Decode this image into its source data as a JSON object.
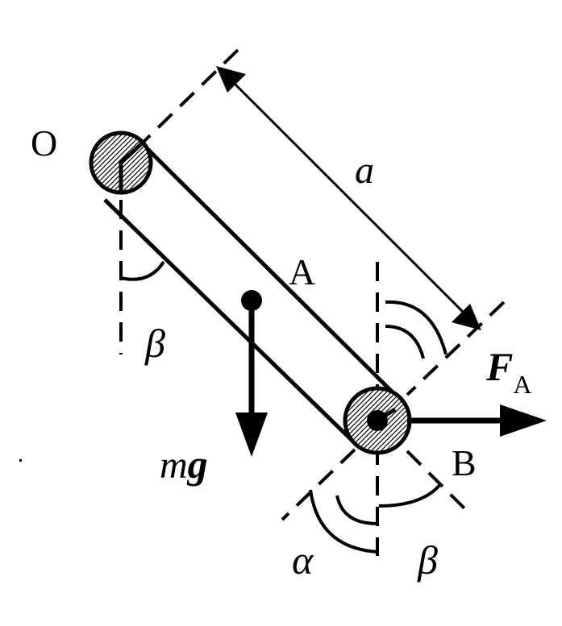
{
  "labels": {
    "pivot_o": "O",
    "point_a": "A",
    "point_b": "B",
    "length_a": "a",
    "angle_beta_left": "β",
    "angle_beta_right": "β",
    "angle_alpha": "α",
    "weight_m": "m",
    "weight_g": "g",
    "force_f": "F",
    "force_sub": "A"
  },
  "colors": {
    "ink": "#000000",
    "paper": "#ffffff"
  }
}
